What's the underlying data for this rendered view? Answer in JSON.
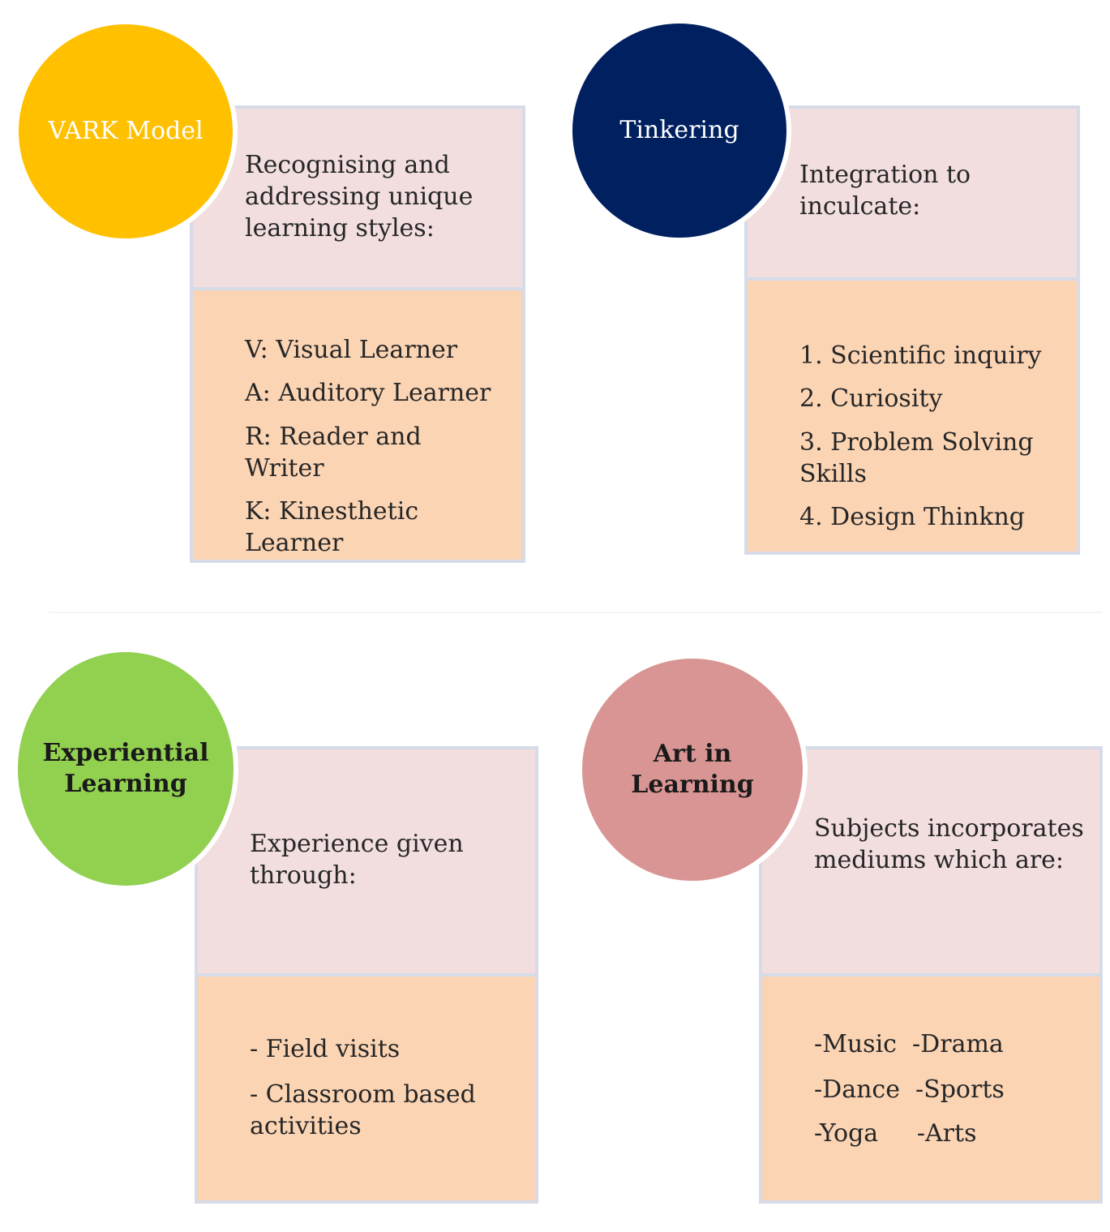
{
  "colors": {
    "vark": "#ffc000",
    "tinkering": "#002060",
    "experiential": "#92d050",
    "art": "#d99594",
    "box_top": "#f2dedf",
    "box_bottom": "#fbd4b4",
    "box_border": "#d6dbe8"
  },
  "vark": {
    "title": "VARK Model",
    "description": "Recognising and addressing unique learning styles:",
    "items": [
      "V: Visual Learner",
      "A: Auditory Learner",
      "R: Reader and Writer",
      "K: Kinesthetic Learner"
    ]
  },
  "tinkering": {
    "title": "Tinkering",
    "description": "Integration to inculcate:",
    "items": [
      "1. Scientific inquiry",
      "2. Curiosity",
      "3. Problem Solving Skills",
      "4. Design Thinkng"
    ]
  },
  "experiential": {
    "title": "Experiential Learning",
    "description": "Experience given through:",
    "items": [
      "- Field visits",
      "- Classroom based activities"
    ]
  },
  "art": {
    "title": "Art in Learning",
    "description": "Subjects incorporates mediums which are:",
    "items": [
      "-Music  -Drama",
      "-Dance  -Sports",
      "-Yoga     -Arts"
    ]
  }
}
